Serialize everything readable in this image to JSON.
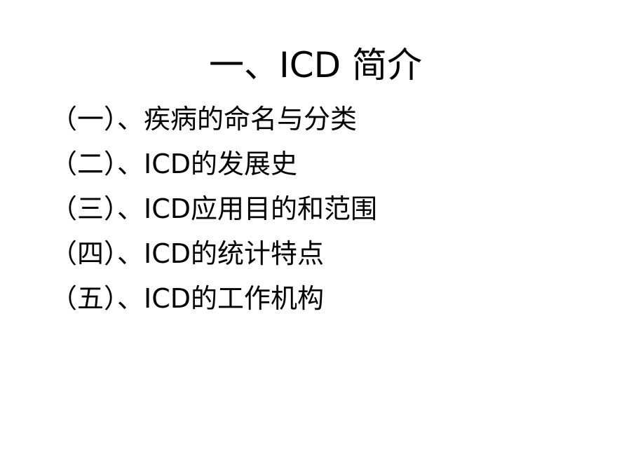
{
  "slide": {
    "title": "一、ICD 简介",
    "items": [
      "（一）、疾病的命名与分类",
      "（二）、ICD的发展史",
      "（三）、ICD应用目的和范围",
      "（四）、ICD的统计特点",
      "（五）、ICD的工作机构"
    ]
  }
}
